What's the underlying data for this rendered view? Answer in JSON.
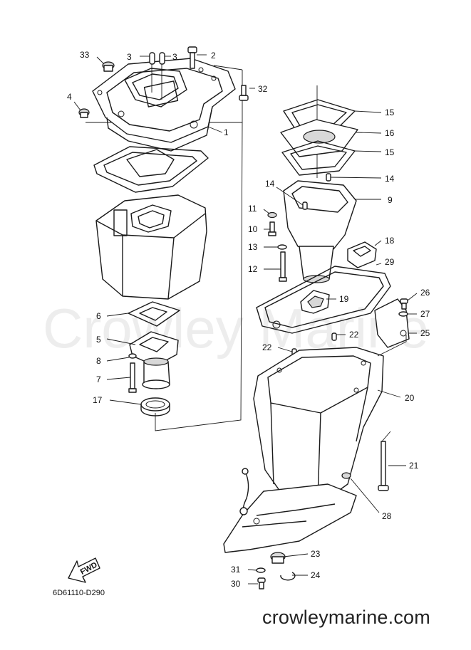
{
  "watermark": "Crowley Marine",
  "diagram_code": "6D61110-D290",
  "site_url": "crowleymarine.com",
  "fwd_label": "FWD",
  "callouts": {
    "c1": "1",
    "c2": "2",
    "c3a": "3",
    "c3b": "3",
    "c4": "4",
    "c5": "5",
    "c6": "6",
    "c7": "7",
    "c8": "8",
    "c9": "9",
    "c10": "10",
    "c11": "11",
    "c12": "12",
    "c13": "13",
    "c14a": "14",
    "c14b": "14",
    "c15a": "15",
    "c15b": "15",
    "c16": "16",
    "c17": "17",
    "c18": "18",
    "c19": "19",
    "c20": "20",
    "c21": "21",
    "c22a": "22",
    "c22b": "22",
    "c23": "23",
    "c24": "24",
    "c25": "25",
    "c26": "26",
    "c27": "27",
    "c28": "28",
    "c29": "29",
    "c30": "30",
    "c31": "31",
    "c32": "32",
    "c33": "33"
  }
}
